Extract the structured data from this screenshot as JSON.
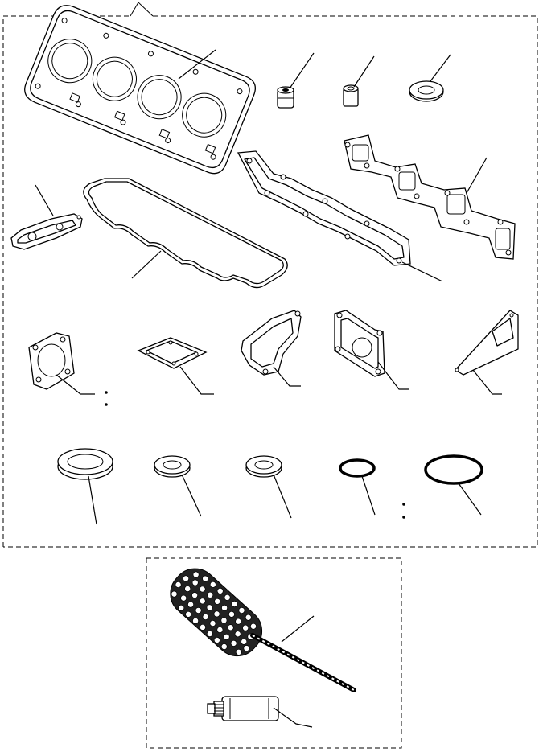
{
  "figure": {
    "kit_items": [
      "cylinder-head-gasket",
      "valve-stem-seal",
      "sleeve-collar",
      "washer-seal",
      "exhaust-manifold-gasket",
      "intake-manifold-gasket",
      "small-cover-gasket",
      "rocker-cover-gasket",
      "round-flange-gasket",
      "square-flange-gasket",
      "elbow-gasket",
      "plate-gasket",
      "triangular-plate-gasket",
      "large-flat-ring",
      "medium-flat-ring",
      "small-flat-ring",
      "small-o-ring",
      "large-o-ring"
    ],
    "tool_items": [
      "cylinder-hone-brush",
      "lubricant-tube"
    ],
    "icons": [
      "gasket-icon",
      "o-ring-icon",
      "brush-icon",
      "tube-icon"
    ]
  }
}
